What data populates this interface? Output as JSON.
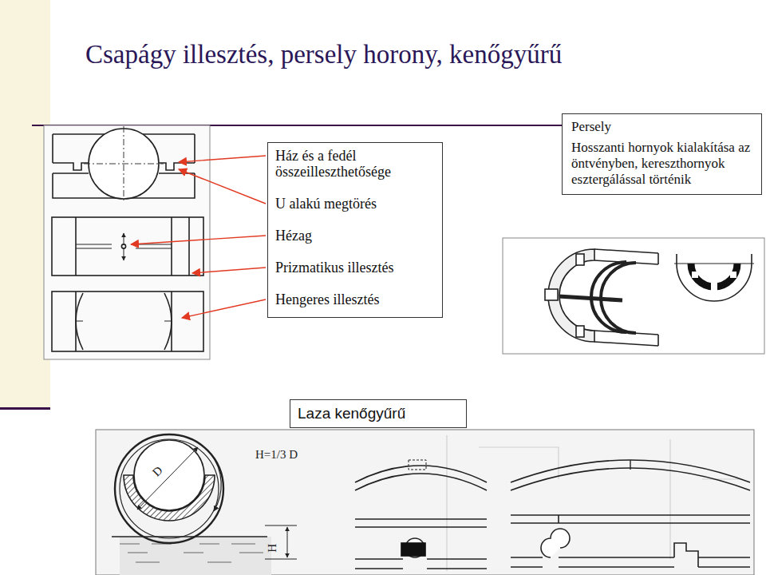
{
  "diagram": {
    "title": "Csapágy illesztés, persely horony, kenőgyűrű",
    "nodes": [
      {
        "text": [
          "Ház és a fedél összeilleszthetősége",
          "U alakú megtörés",
          "Hézag",
          "Prizmatikus illesztés",
          "Hengeres illesztés"
        ]
      },
      {
        "text": [
          "Persely",
          "Hosszanti hornyok kialakítása az öntvényben, kereszthornyok esztergálással történik"
        ]
      },
      {
        "text": [
          "Laza kenőgyűrű"
        ]
      }
    ],
    "labels": [
      "H=1/3 D",
      "D",
      "H"
    ]
  }
}
